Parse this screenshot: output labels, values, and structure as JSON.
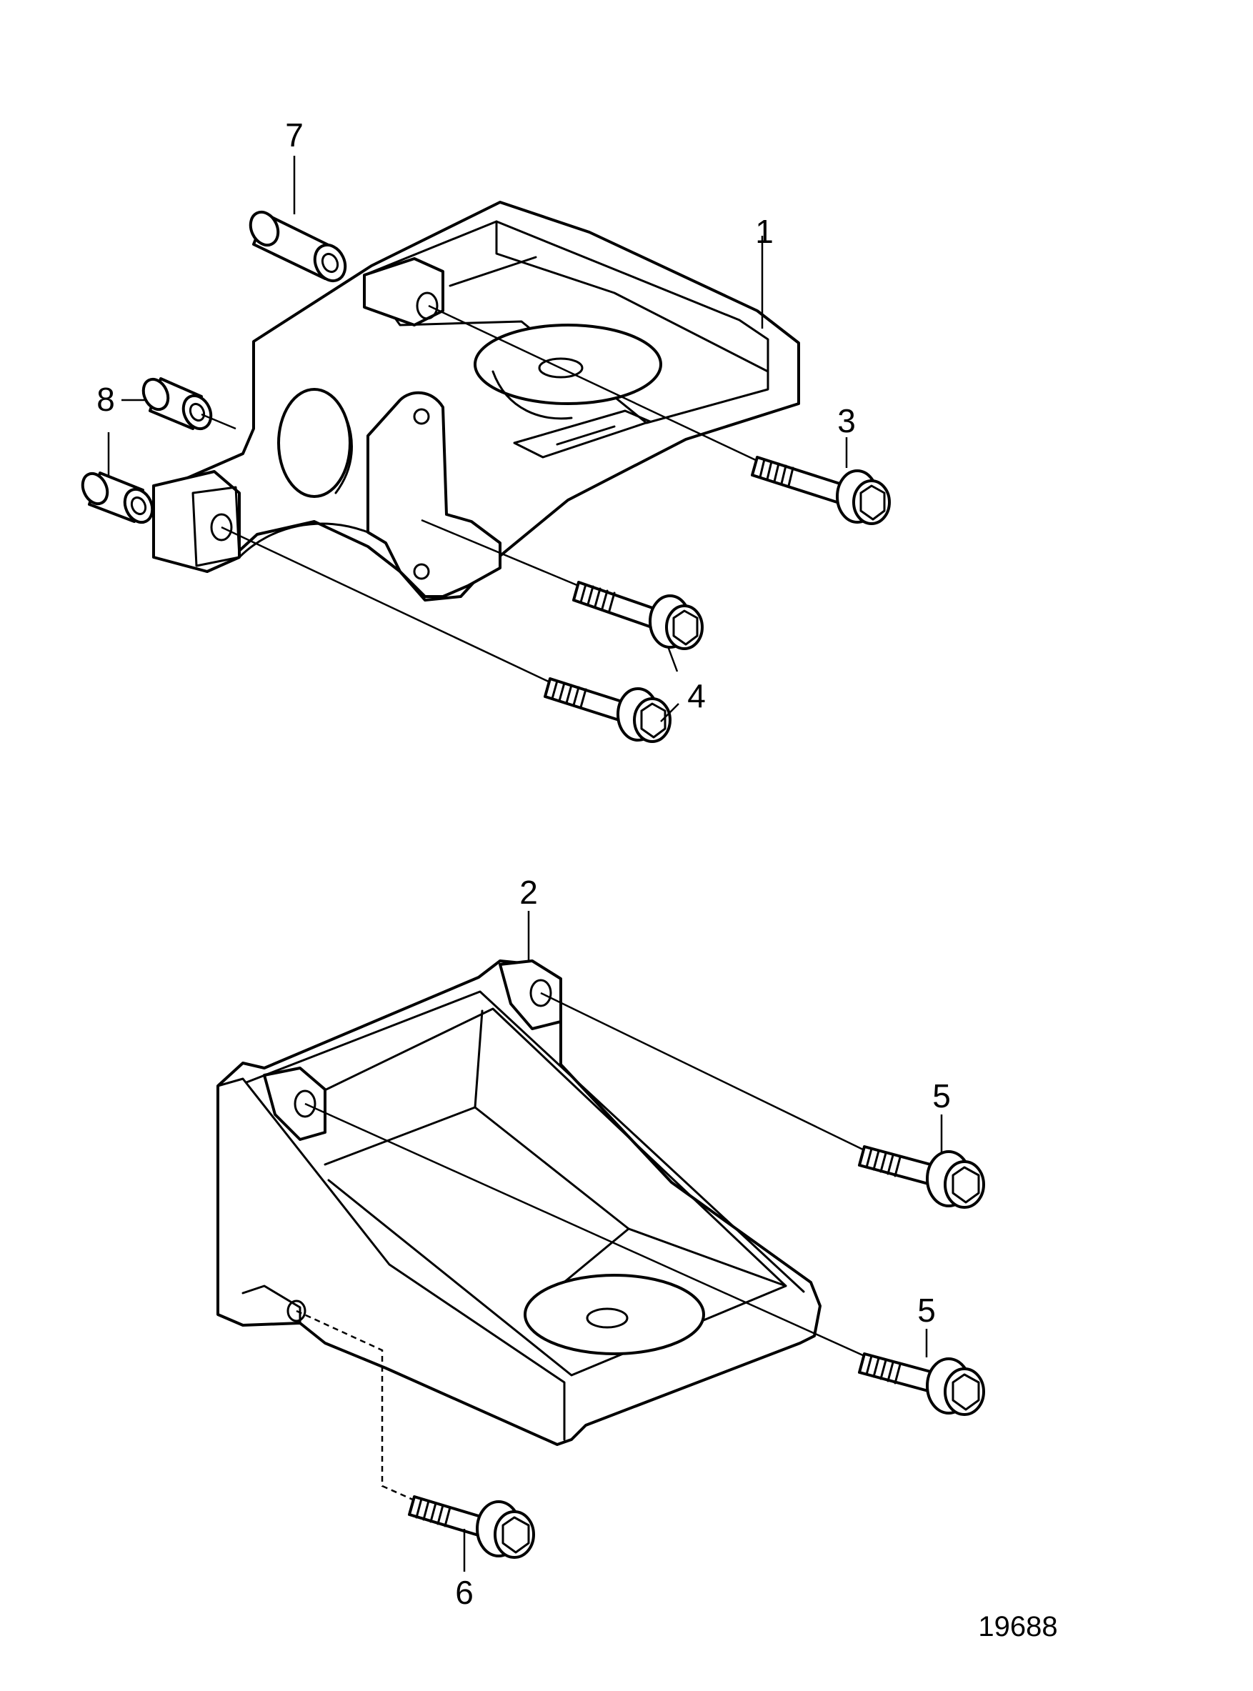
{
  "callouts": {
    "c1": "1",
    "c2": "2",
    "c3": "3",
    "c4": "4",
    "c5a": "5",
    "c5b": "5",
    "c6": "6",
    "c7": "7",
    "c8": "8"
  },
  "figure_number": "19688"
}
